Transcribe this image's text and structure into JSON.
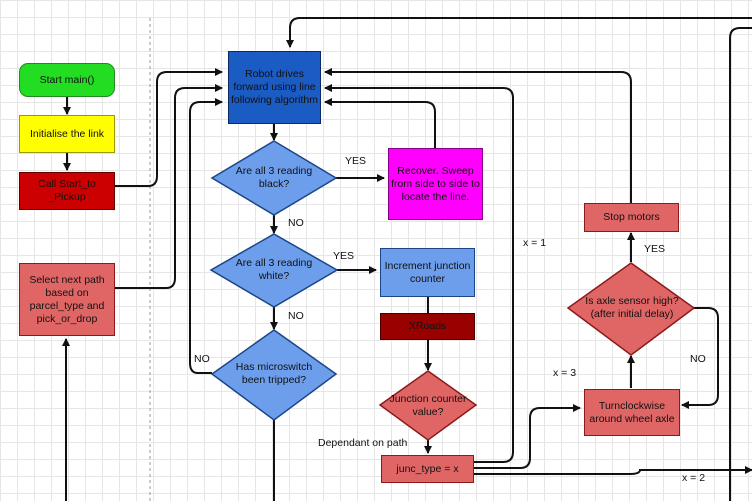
{
  "nodes": {
    "start": "Start main()",
    "init_link": "Initialise the link",
    "call_start": "Call Start_to _Pickup",
    "select_path": "Select next path based on parcel_type and pick_or_drop",
    "robot_drives": "Robot drives forward using line following algorithm",
    "all_black": "Are all 3 reading black?",
    "recover": "Recover. Sweep from side to side to locate the line.",
    "all_white": "Are all 3 reading white?",
    "increment": "Increment junction counter",
    "xroads": "XRoads",
    "microswitch": "Has microswitch been tripped?",
    "junction_value": "Junction counter value?",
    "junc_type": "junc_type = x",
    "stop_motors": "Stop motors",
    "axle_sensor": "Is axle sensor high? (after initial delay)",
    "turn_clockwise": "Turnclockwise around wheel axle"
  },
  "labels": {
    "yes_black": "YES",
    "no_black": "NO",
    "yes_white": "YES",
    "no_white": "NO",
    "no_micro": "NO",
    "yes_axle": "YES",
    "no_axle": "NO",
    "x1": "x = 1",
    "x2": "x = 2",
    "x3": "x = 3",
    "dependant": "Dependant on path"
  },
  "colors": {
    "green": "#22dd22",
    "yellow": "#ffff00",
    "red": "#cc0000",
    "salmon": "#e06666",
    "blue": "#1a5bc4",
    "lightblue": "#6d9eeb",
    "magenta": "#ff00ff",
    "darkred": "#990000"
  }
}
